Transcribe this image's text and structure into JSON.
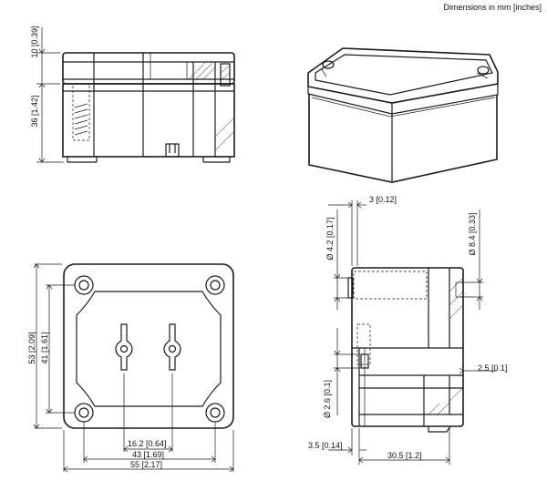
{
  "header": {
    "units_note": "Dimensions in mm [inches]"
  },
  "dimensions": {
    "lid_height": "10  [0.39]",
    "body_height": "36  [1.42]",
    "outer_height": "53  [2.09]",
    "inner_height": "41  [1.61]",
    "slot_spacing": "16.2  [0.64]",
    "hole_spacing": "43  [1.69]",
    "outer_width": "55  [2.17]",
    "wall_offset": "3  [0.12]",
    "small_dia": "Ø 4.2  [0.17]",
    "large_dia": "Ø 8.4  [0.33]",
    "pin_dia": "Ø 2.6  [0.1]",
    "step": "2.5  [0.1]",
    "bottom_offset": "3.5  [0.14]",
    "side_depth": "30.5  [1.2]"
  }
}
